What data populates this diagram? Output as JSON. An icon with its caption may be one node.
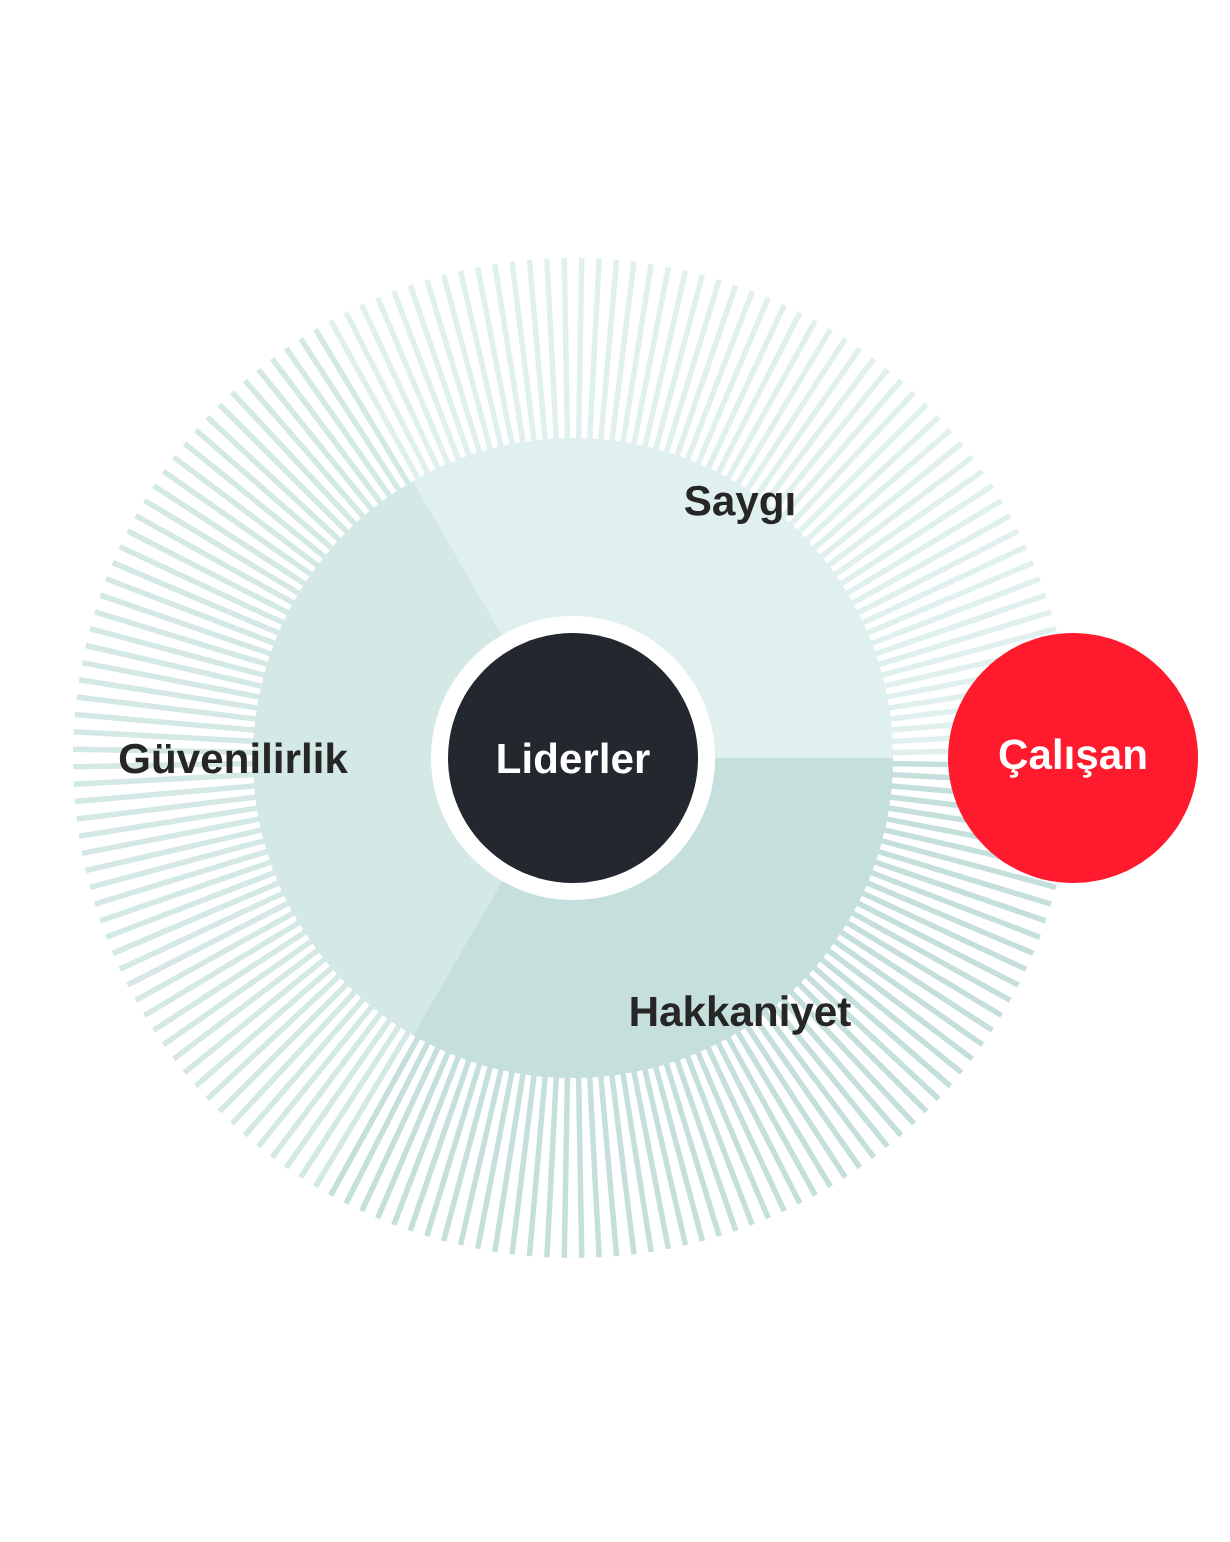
{
  "diagram": {
    "nodes": [
      {
        "text": [
          "Saygı"
        ]
      },
      {
        "text": [
          "Güvenilirlik"
        ]
      },
      {
        "text": [
          "Hakkaniyet"
        ]
      },
      {
        "text": [
          "Liderler"
        ]
      },
      {
        "text": [
          "Çalışan"
        ]
      }
    ]
  }
}
